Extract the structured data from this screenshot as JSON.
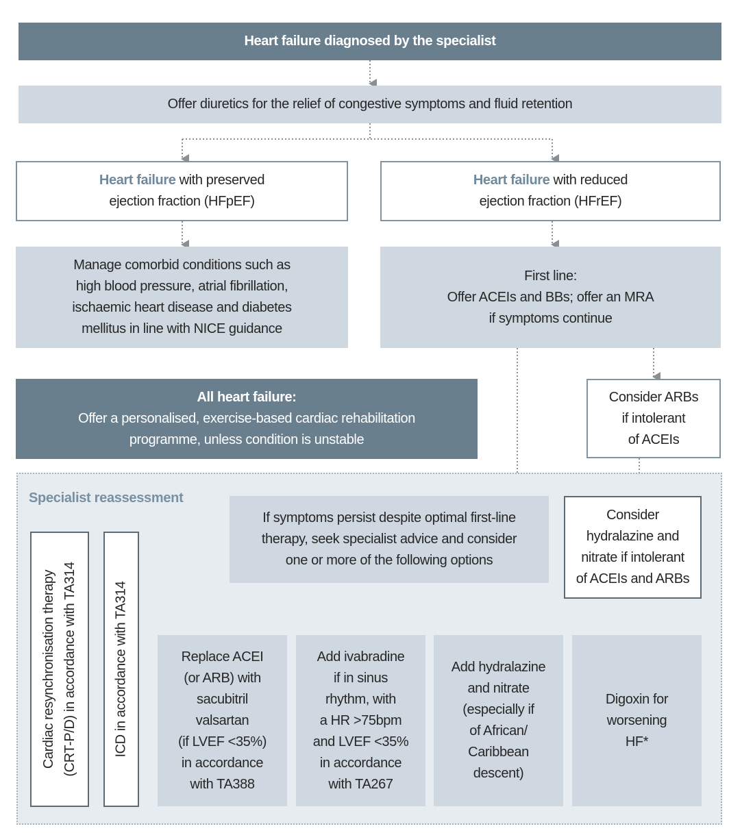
{
  "top": {
    "title": "Heart failure diagnosed by the specialist"
  },
  "diuretics": {
    "text": "Offer diuretics for the relief of congestive symptoms and fluid retention"
  },
  "hfpef": {
    "accent": "Heart failure",
    "text1": " with preserved",
    "text2": "ejection fraction (HFpEF)"
  },
  "hfref": {
    "accent": "Heart failure",
    "text1": " with reduced",
    "text2": "ejection fraction (HFrEF)"
  },
  "comorbid": {
    "lines": [
      "Manage comorbid conditions such as",
      "high blood pressure, atrial fibrillation,",
      "ischaemic heart disease and diabetes",
      "mellitus in line with NICE guidance"
    ]
  },
  "first_line": {
    "lines": [
      "First line:",
      "Offer ACEIs and BBs; offer an MRA",
      "if symptoms continue"
    ]
  },
  "all_hf": {
    "title": "All heart failure:",
    "lines": [
      "Offer a personalised, exercise-based cardiac rehabilitation",
      "programme, unless condition is unstable"
    ]
  },
  "arbs": {
    "lines": [
      "Consider ARBs",
      "if intolerant",
      "of ACEIs"
    ]
  },
  "specialist": {
    "title": "Specialist reassessment",
    "crt": [
      "Cardiac resynchronisation therapy",
      "(CRT-P/D) in accordance with TA314"
    ],
    "icd": "ICD in accordance with TA314",
    "persist": [
      "If symptoms persist despite optimal first-line",
      "therapy, seek specialist advice and consider",
      "one or more of the following options"
    ],
    "hydralazine": [
      "Consider",
      "hydralazine and",
      "nitrate if intolerant",
      "of ACEIs and ARBs"
    ],
    "options": [
      [
        "Replace ACEI",
        "(or ARB) with",
        "sacubitril",
        "valsartan",
        "(if LVEF <35%)",
        "in accordance",
        "with TA388"
      ],
      [
        "Add ivabradine",
        "if in sinus",
        "rhythm, with",
        "a HR >75bpm",
        "and LVEF <35%",
        "in accordance",
        "with TA267"
      ],
      [
        "Add hydralazine",
        "and nitrate",
        "(especially if",
        "of African/",
        "Caribbean",
        "descent)"
      ],
      [
        "Digoxin for",
        "worsening",
        "HF*"
      ]
    ]
  },
  "colors": {
    "dark": "#6a7f8e",
    "light": "#cfd8e0",
    "region": "#e7ecf0",
    "accent": "#6e899c",
    "arrow": "#8a8f94"
  }
}
